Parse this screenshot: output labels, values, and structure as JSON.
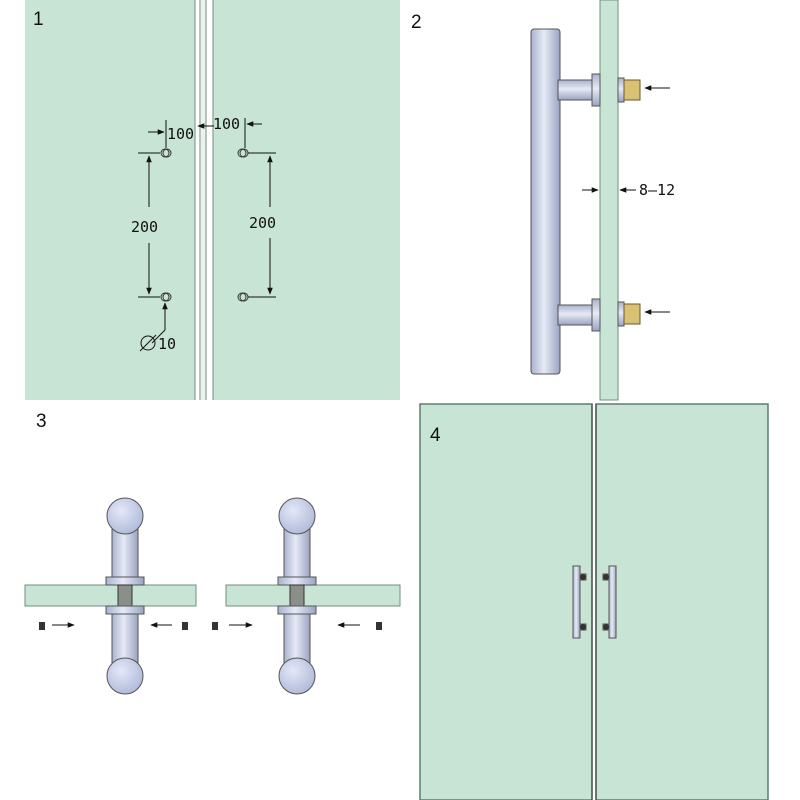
{
  "colors": {
    "glass": "#c8e4d4",
    "glass_edge": "#6f8f80",
    "metal": "#c7cfe6",
    "metal_dark": "#8a93b0",
    "brass": "#d8c074",
    "line": "#111111",
    "background": "#ffffff"
  },
  "steps": [
    {
      "number": "1"
    },
    {
      "number": "2"
    },
    {
      "number": "3"
    },
    {
      "number": "4"
    }
  ],
  "step1": {
    "dim_left_offset": "100",
    "dim_right_offset": "100",
    "dim_left_spacing": "200",
    "dim_right_spacing": "200",
    "hole_diameter": "10"
  },
  "step2": {
    "glass_thickness": "8–12"
  }
}
